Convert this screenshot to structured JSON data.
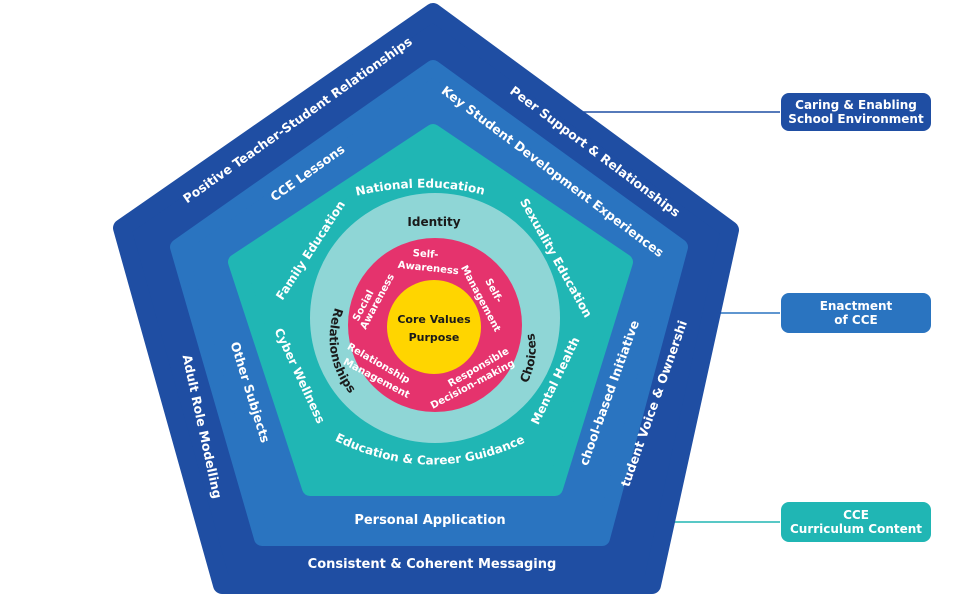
{
  "outer_layer": {
    "left_top": "Positive Teacher-Student Relationships",
    "right_top": "Peer Support & Relationships",
    "left_side": "Adult Role Modelling",
    "right_side": "Student Voice & Ownership",
    "bottom": "Consistent & Coherent Messaging"
  },
  "second_layer": {
    "left_top": "CCE Lessons",
    "right_top": "Key Student Development Experiences",
    "left_side": "Other Subjects",
    "right_side": "School-based Initiatives",
    "bottom": "Personal Application"
  },
  "third_layer": {
    "top": "National Education",
    "left_top": "Family Education",
    "right_top": "Sexuality Education",
    "left_side": "Cyber Wellness",
    "right_side": "Mental Health",
    "bottom": "Education & Career Guidance"
  },
  "ring_layer": {
    "top": "Identity",
    "left": "Relationships",
    "right": "Choices"
  },
  "pink_ring": {
    "self_awareness": [
      "Self-",
      "Awareness"
    ],
    "self_management": [
      "Self-",
      "Management"
    ],
    "social_awareness": [
      "Social",
      "Awareness"
    ],
    "relationship_management": [
      "Relationship",
      "Management"
    ],
    "responsible_decision": [
      "Responsible",
      "Decision-making"
    ]
  },
  "core": {
    "line1": "Core Values",
    "line2": "Purpose"
  },
  "callouts": {
    "environment": [
      "Caring & Enabling",
      "School Environment"
    ],
    "enactment": [
      "Enactment",
      "of CCE"
    ],
    "curriculum": [
      "CCE",
      "Curriculum Content"
    ]
  },
  "colors": {
    "outer": "#1f4ea3",
    "second": "#2a74c0",
    "third": "#20b6b4",
    "ring": "#8fd6d6",
    "pink": "#e5336d",
    "core": "#ffd500",
    "callout_blue": "#1f4ea3",
    "callout_mid": "#2a74c0",
    "callout_teal": "#20b6b4"
  }
}
